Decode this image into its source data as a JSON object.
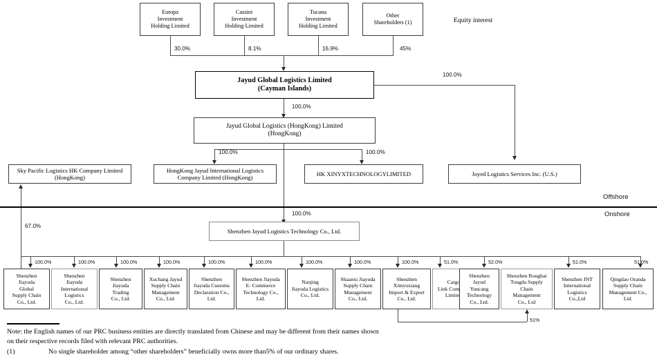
{
  "diagram": {
    "title_label": "Equity interest",
    "region_labels": {
      "offshore": "Offshore",
      "onshore": "Onshore"
    },
    "shareholders": [
      {
        "name": "Europa\nInvestment\nHolding Limited",
        "pct": "30.0%"
      },
      {
        "name": "Cassini\nInvestment\nHolding Limited",
        "pct": "8.1%"
      },
      {
        "name": "Tucana\nInvestment\nHolding Limited",
        "pct": "16.9%"
      },
      {
        "name": "Other\nShareholders (1)",
        "pct": "45%"
      }
    ],
    "parent": {
      "name": "Jayud Global Logistics   Limited\n(Cayman   Islands)",
      "pct_to_hk": "100.0%",
      "pct_to_joyed": "100.0%"
    },
    "hongkong": {
      "name": "Jayud Global Logistics   (HongKong) Limited\n(HongKong)",
      "pct_to_hkjayud": "100.0%",
      "pct_to_xinyx": "100.0%",
      "pct_to_wfoe": "100.0%"
    },
    "offshore_subs": [
      {
        "name": "Sky Pacific Logistics   HK Company   Limited\n(HongKong)",
        "pct": "67.0%"
      },
      {
        "name": "HongKong Jayud International   Logistics\nCompany Limited (HongKong)",
        "pct": "100.0%"
      },
      {
        "name": "HK XINYXTECHNOLOGYLIMITED",
        "pct": "100.0%"
      },
      {
        "name": "Joyed Logistics Services   Inc.   (U.S.)",
        "pct": "100.0%"
      }
    ],
    "wfoe": {
      "name": "Shenzhen   Jayud Logistics   Technology Co., Ltd."
    },
    "subsidiaries": [
      {
        "name": "Shenzhen\nJiayuda\nGlobal\nSupply Chain\nCo., Ltd.",
        "pct": "100.0%"
      },
      {
        "name": "Shenzhen\nJiayuda\nInternational\nLogistics\nCo., Ltd.",
        "pct": "100.0%"
      },
      {
        "name": "Shenzhen\nJiayuda\nTrading\nCo., Ltd.",
        "pct": "100.0%"
      },
      {
        "name": "Xuchang Jayud\nSupply Chain\nManagement\nCo., Ltd.",
        "pct": "100.0%"
      },
      {
        "name": "Shenzhen\nJiayuda Customs\nDeclaration Co.,\nLtd.",
        "pct": "100.0%"
      },
      {
        "name": "Shenzhen Jiayuda\nE- Commerce\nTechnology Co.,\nLtd.",
        "pct": "100.0%"
      },
      {
        "name": "Nanjing\nJiayuda Logistics\nCo., Ltd.",
        "pct": "100.0%"
      },
      {
        "name": "Shaanxi Jiayuda\nSupply Chain\nManagement\nCo., Ltd.",
        "pct": "100.0%"
      },
      {
        "name": "Shenzhen\nXimyuxiang\nImport & Export\nCo., Ltd.",
        "pct": "100.0%"
      },
      {
        "name": "Cargo\nLink Company\nLimited",
        "pct": "51.0%"
      },
      {
        "name": "Shenzhen\nJayud\nYuncang\nTechnology\nCo., Ltd.",
        "pct": "52.0%"
      },
      {
        "name": "Shenzhen Ronghai\nTongda Supply\nChain\nManagement\nCo., Ltd",
        "pct": ""
      },
      {
        "name": "Shenzhen JNT\nInternational\nLogistics\nCo.,Ltd",
        "pct": "51.0%"
      },
      {
        "name": "Qingdao Oranda\nSupply Chain\nManagement Co.,\nLtd.",
        "pct": "51.0%"
      }
    ],
    "cross_holding": {
      "pct": "51%"
    },
    "footnotes": {
      "note": "Note: the English names of our PRC business entities are directly translated from Chinese and may be different from their names shown\non   their respective records filed with relevant PRC authorities.",
      "fn1_marker": "(1)",
      "fn1_text": "No single shareholder among “other shareholders” beneficially owns more than5% of our ordinary shares."
    }
  }
}
